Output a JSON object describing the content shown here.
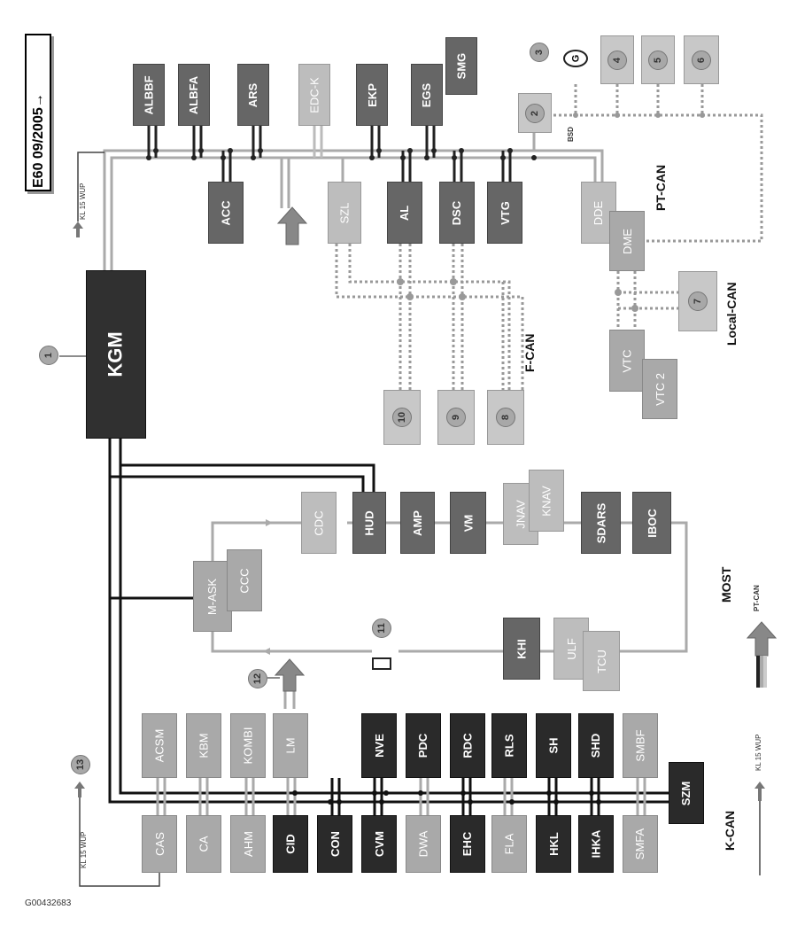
{
  "title": "E60 09/2005→",
  "image_id": "G00432683",
  "bus_labels": {
    "pt_can": "PT-CAN",
    "local_can": "Local-CAN",
    "f_can": "F-CAN",
    "most": "MOST",
    "most_pt_can": "PT-CAN",
    "k_can": "K-CAN",
    "kl15_wup_top": "KL 15 WUP",
    "kl15_wup_bottom_left": "KL 15 WUP",
    "kl15_wup_bottom_right": "KL 15 WUP",
    "bsd": "BSD"
  },
  "modules": {
    "kgm": "KGM",
    "albbf": "ALBBF",
    "albfa": "ALBFA",
    "ars": "ARS",
    "edck": "EDC-K",
    "ekp": "EKP",
    "egs": "EGS",
    "smg": "SMG",
    "acc": "ACC",
    "szl": "SZL",
    "al": "AL",
    "dsc": "DSC",
    "vtg": "VTG",
    "dde": "DDE",
    "dme": "DME",
    "vtc": "VTC",
    "vtc2": "VTC 2",
    "cdc": "CDC",
    "hud": "HUD",
    "amp": "AMP",
    "vm": "VM",
    "jnav": "JNAV",
    "knav": "KNAV",
    "sdars": "SDARS",
    "iboc": "IBOC",
    "mask": "M-ASK",
    "ccc": "CCC",
    "khi": "KHI",
    "ulf": "ULF",
    "tcu": "TCU",
    "acsm": "ACSM",
    "kbm": "KBM",
    "kombi": "KOMBI",
    "lm": "LM",
    "nve": "NVE",
    "pdc": "PDC",
    "rdc": "RDC",
    "rls": "RLS",
    "sh": "SH",
    "shd": "SHD",
    "smbf": "SMBF",
    "cas": "CAS",
    "ca": "CA",
    "ahm": "AHM",
    "cid": "CID",
    "con": "CON",
    "cvm": "CVM",
    "dwa": "DWA",
    "ehc": "EHC",
    "fla": "FLA",
    "hkl": "HKL",
    "ihka": "IHKA",
    "smfa": "SMFA",
    "szm": "SZM"
  },
  "numbers": {
    "n1": "1",
    "n2": "2",
    "n3": "3",
    "n4": "4",
    "n5": "5",
    "n6": "6",
    "n7": "7",
    "n8": "8",
    "n9": "9",
    "n10": "10",
    "n11": "11",
    "n12": "12",
    "n13": "13"
  },
  "sensor_glyph": "G"
}
